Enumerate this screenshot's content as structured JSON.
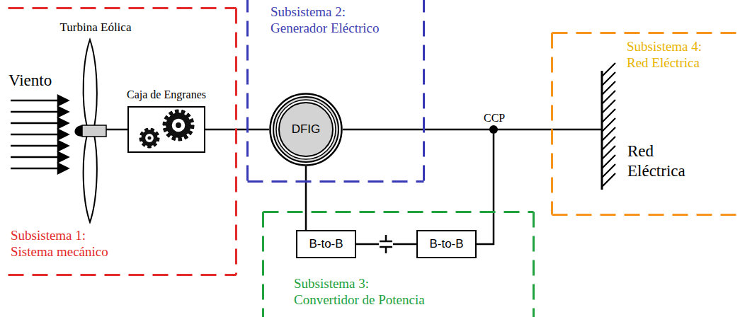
{
  "diagram": {
    "nodes": [
      {
        "text": [
          "Subsistema 1: Sistema mecánico"
        ]
      },
      {
        "text": [
          "Subsistema 2: Generador Eléctrico"
        ]
      },
      {
        "text": [
          "Subsistema 3: Convertidor de Potencia"
        ]
      },
      {
        "text": [
          "Subsistema 4: Red Eléctrica"
        ]
      },
      {
        "text": [
          "Caja de Engranes"
        ],
        "in": 0
      },
      {
        "text": [
          "DFIG"
        ],
        "in": 1
      },
      {
        "text": [
          "B-to-B"
        ],
        "in": 2
      },
      {
        "text": [
          "B-to-B"
        ],
        "in": 2
      }
    ],
    "edges": [
      {
        "from": 4,
        "to": 5,
        "arrow": "none"
      },
      {
        "from": 5,
        "to": 6,
        "arrow": "none"
      },
      {
        "from": 6,
        "to": 7,
        "arrow": "none"
      }
    ],
    "labels": [
      "Viento",
      "Turbina Eólica",
      "CCP",
      "Red Eléctrica"
    ]
  }
}
